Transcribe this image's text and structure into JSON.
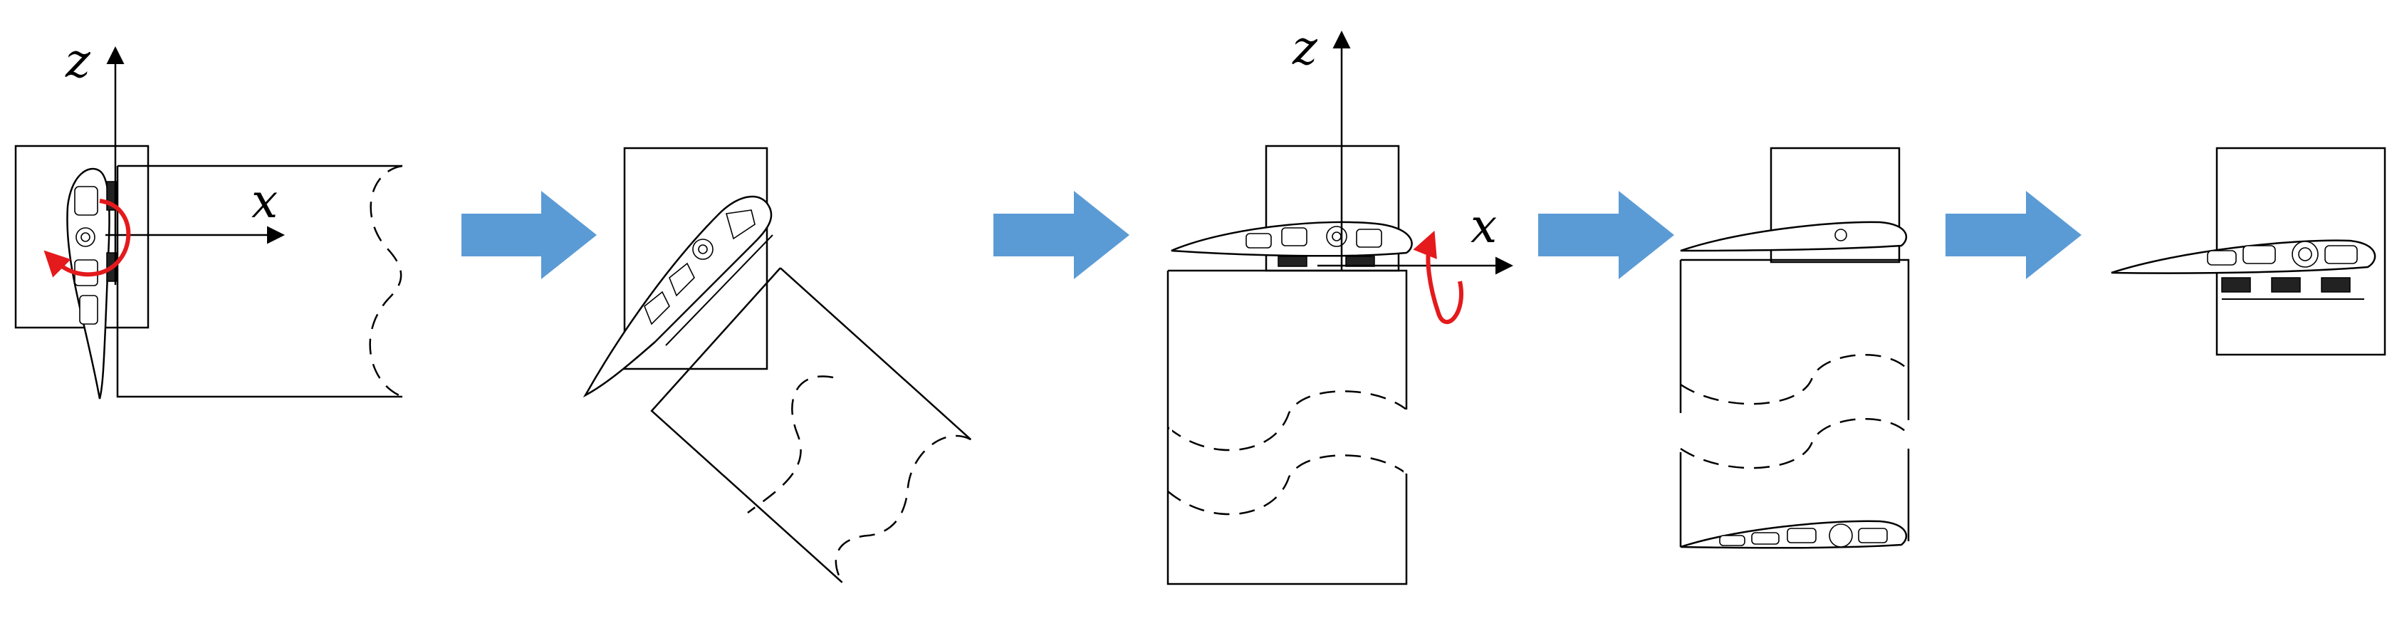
{
  "labels": {
    "step1_z": "z",
    "step1_x": "x",
    "step3_z": "z",
    "step3_x": "x"
  },
  "colors": {
    "arrow": "#5b9bd5",
    "rotation": "#e41a1c",
    "line": "#000000"
  },
  "arrows": [
    "right-arrow",
    "right-arrow",
    "right-arrow",
    "right-arrow"
  ]
}
